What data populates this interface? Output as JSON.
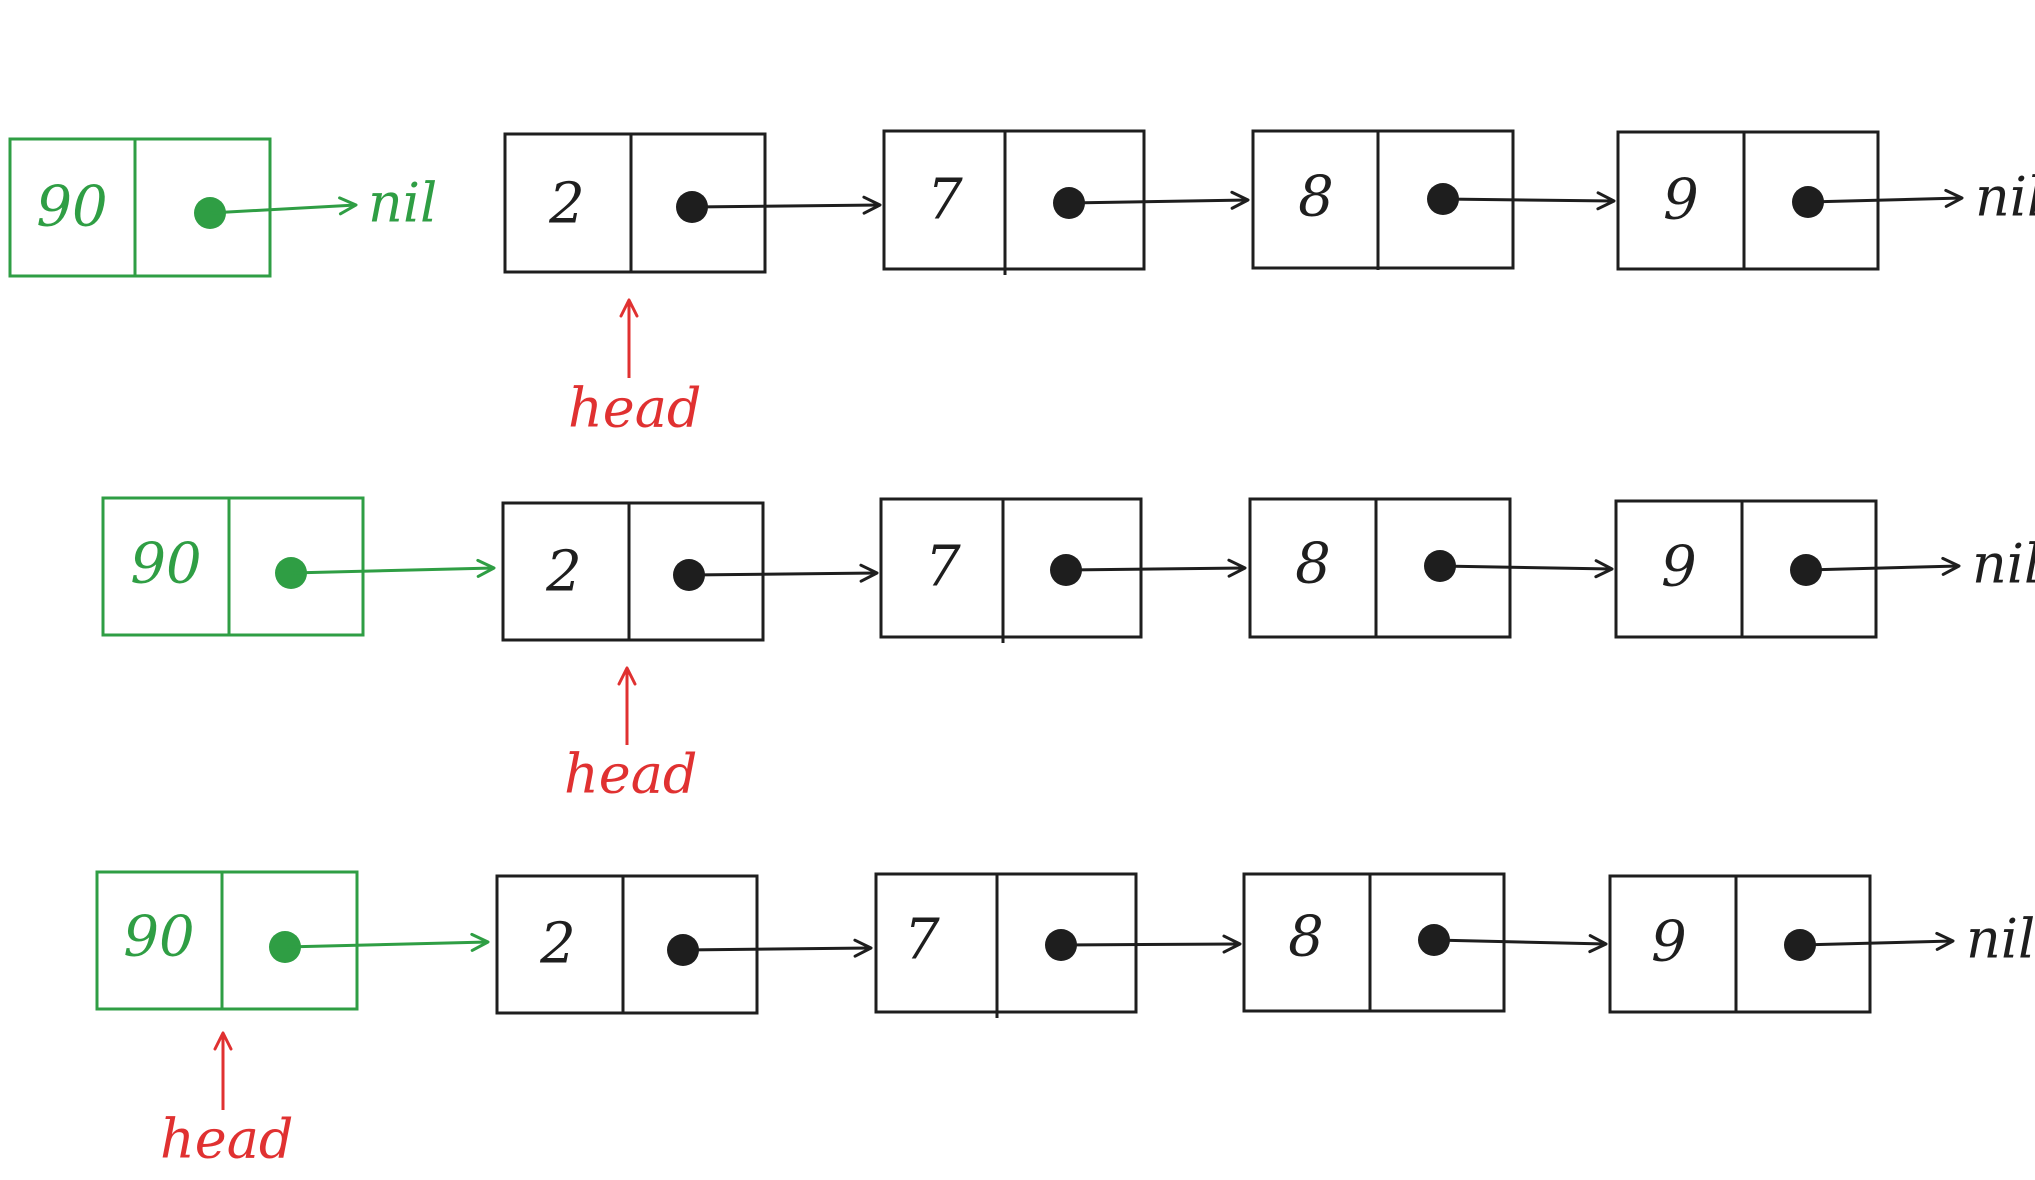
{
  "colors": {
    "ink": "#1e1e1e",
    "new_node": "#2f9e44",
    "head": "#e03131"
  },
  "rows": [
    {
      "new_node": {
        "value": "90",
        "next_label": "nil"
      },
      "list_values": [
        "2",
        "7",
        "8",
        "9"
      ],
      "tail_label": "nil",
      "head_label": "head",
      "head_points_to": "list-node-1"
    },
    {
      "new_node": {
        "value": "90"
      },
      "list_values": [
        "2",
        "7",
        "8",
        "9"
      ],
      "tail_label": "nil",
      "head_label": "head",
      "head_points_to": "list-node-1"
    },
    {
      "new_node": {
        "value": "90"
      },
      "list_values": [
        "2",
        "7",
        "8",
        "9"
      ],
      "tail_label": "nil",
      "head_label": "head",
      "head_points_to": "new-node"
    }
  ]
}
